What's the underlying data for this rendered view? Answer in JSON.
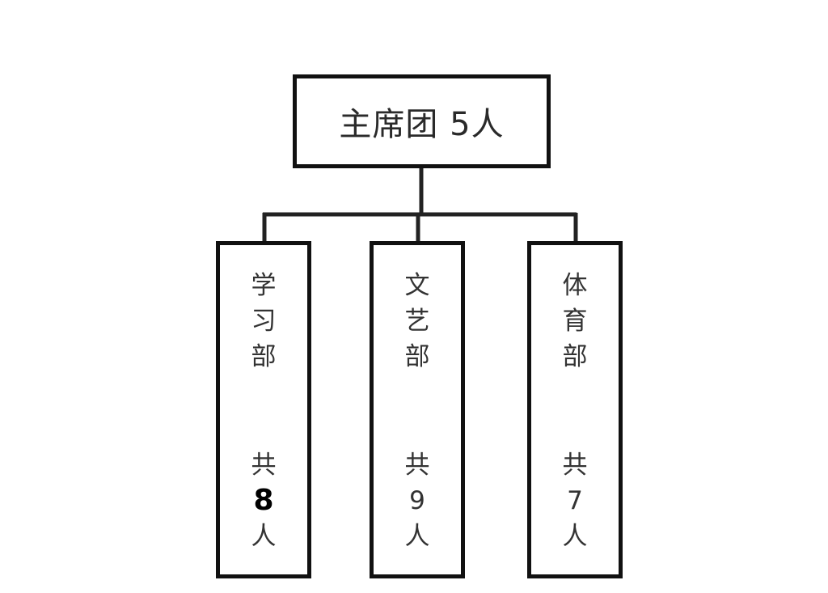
{
  "top": {
    "label": "主席团 5人"
  },
  "departments": [
    {
      "name": [
        "学",
        "习",
        "部"
      ],
      "count": [
        "共",
        "8",
        "人"
      ]
    },
    {
      "name": [
        "文",
        "艺",
        "部"
      ],
      "count": [
        "共",
        "9",
        "人"
      ]
    },
    {
      "name": [
        "体",
        "育",
        "部"
      ],
      "count": [
        "共",
        "7",
        "人"
      ]
    }
  ]
}
